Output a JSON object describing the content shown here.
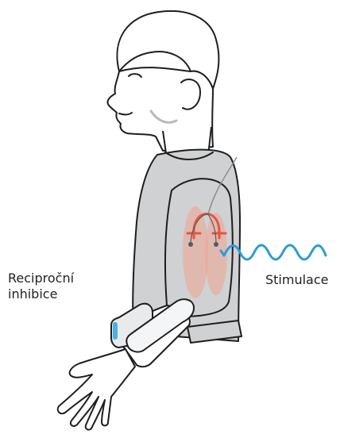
{
  "labels": {
    "reciprocal_line1": "Reciproční",
    "reciprocal_line2": "inhibice",
    "stimulation": "Stimulace"
  },
  "colors": {
    "outline": "#1e1e1e",
    "shirt": "#cfd1d3",
    "shirt_shadow": "#b7babd",
    "skin": "#ffffff",
    "muscle": "#f0a48e",
    "reflex_arc": "#e8543f",
    "stimulation_wave": "#2b9cd6",
    "electrode": "#4ab1e0",
    "device": "#e8eaec"
  },
  "icons": {
    "figure": "human-arm-figure-icon",
    "wave": "stimulation-wave-icon",
    "arc": "reflex-arc-icon"
  }
}
